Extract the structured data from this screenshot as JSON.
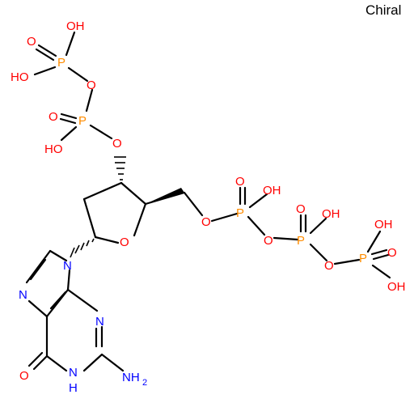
{
  "annotation": "Chiral",
  "colors": {
    "O": "#ff0000",
    "P": "#ff8c00",
    "N": "#0000ff",
    "C": "#000000"
  },
  "atoms": [
    {
      "id": "o_p1_top",
      "text": "O",
      "el": "O"
    },
    {
      "id": "oh_p1_a",
      "text": "OH",
      "el": "O"
    },
    {
      "id": "p1",
      "text": "P",
      "el": "P"
    },
    {
      "id": "ho_p1_b",
      "text": "HO",
      "el": "O"
    },
    {
      "id": "o_bridge1",
      "text": "O",
      "el": "O"
    },
    {
      "id": "o_p2_dbl",
      "text": "O",
      "el": "O"
    },
    {
      "id": "p2",
      "text": "P",
      "el": "P"
    },
    {
      "id": "ho_p2",
      "text": "HO",
      "el": "O"
    },
    {
      "id": "o3",
      "text": "O",
      "el": "O"
    },
    {
      "id": "o_ring",
      "text": "O",
      "el": "O"
    },
    {
      "id": "n9",
      "text": "N",
      "el": "N"
    },
    {
      "id": "n7",
      "text": "N",
      "el": "N"
    },
    {
      "id": "n3",
      "text": "N",
      "el": "N"
    },
    {
      "id": "n1",
      "text": "N",
      "el": "N"
    },
    {
      "id": "h_n1",
      "text": "H",
      "el": "N"
    },
    {
      "id": "o6",
      "text": "O",
      "el": "O"
    },
    {
      "id": "nh2",
      "text": "NH",
      "el": "N"
    },
    {
      "id": "nh2_sub",
      "text": "2",
      "el": "N"
    },
    {
      "id": "o5",
      "text": "O",
      "el": "O"
    },
    {
      "id": "p3",
      "text": "P",
      "el": "P"
    },
    {
      "id": "o_p3_dbl",
      "text": "O",
      "el": "O"
    },
    {
      "id": "oh_p3",
      "text": "OH",
      "el": "O"
    },
    {
      "id": "o_bridge2",
      "text": "O",
      "el": "O"
    },
    {
      "id": "p4",
      "text": "P",
      "el": "P"
    },
    {
      "id": "o_p4_dbl",
      "text": "O",
      "el": "O"
    },
    {
      "id": "oh_p4",
      "text": "OH",
      "el": "O"
    },
    {
      "id": "o_bridge3",
      "text": "O",
      "el": "O"
    },
    {
      "id": "p5",
      "text": "P",
      "el": "P"
    },
    {
      "id": "o_p5_dbl",
      "text": "O",
      "el": "O"
    },
    {
      "id": "oh_p5_top",
      "text": "OH",
      "el": "O"
    },
    {
      "id": "oh_p5_bot",
      "text": "OH",
      "el": "O"
    }
  ]
}
